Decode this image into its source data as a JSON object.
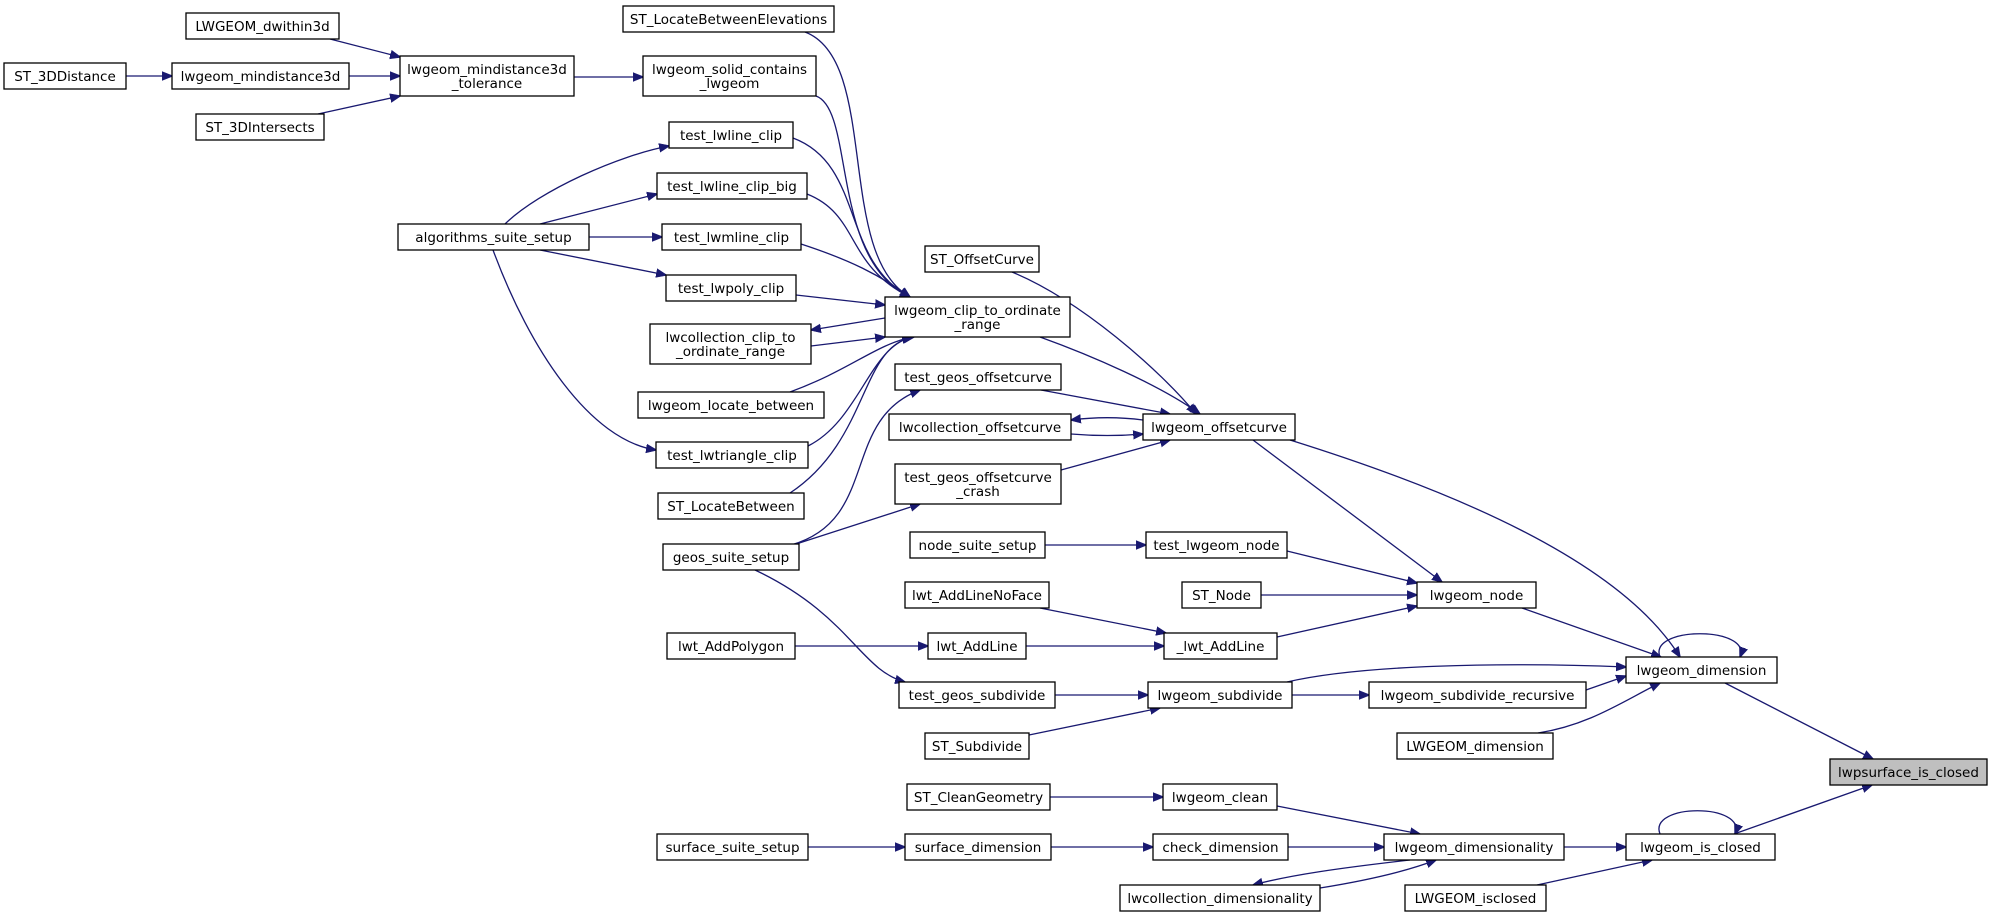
{
  "graph": {
    "edge_color": "#191970",
    "highlight_fill": "#bfbfbf",
    "nodes": {
      "lwpsurface_is_closed": [
        "lwpsurface_is_closed"
      ],
      "lwgeom_dimension": [
        "lwgeom_dimension"
      ],
      "lwgeom_is_closed": [
        "lwgeom_is_closed"
      ],
      "lwgeom_node": [
        "lwgeom_node"
      ],
      "lwgeom_offsetcurve": [
        "lwgeom_offsetcurve"
      ],
      "lwgeom_subdivide": [
        "lwgeom_subdivide"
      ],
      "lwgeom_subdivide_recursive": [
        "lwgeom_subdivide_recursive"
      ],
      "LWGEOM_dimension": [
        "LWGEOM_dimension"
      ],
      "lwgeom_clip_to_ordinate_range": [
        "lwgeom_clip_to_ordinate",
        "_range"
      ],
      "lwcollection_offsetcurve": [
        "lwcollection_offsetcurve"
      ],
      "test_geos_offsetcurve": [
        "test_geos_offsetcurve"
      ],
      "test_geos_offsetcurve_crash": [
        "test_geos_offsetcurve",
        "_crash"
      ],
      "ST_OffsetCurve": [
        "ST_OffsetCurve"
      ],
      "lwgeom_solid_contains_lwgeom": [
        "lwgeom_solid_contains",
        "_lwgeom"
      ],
      "ST_LocateBetweenElevations": [
        "ST_LocateBetweenElevations"
      ],
      "lwgeom_mindistance3d_tolerance": [
        "lwgeom_mindistance3d",
        "_tolerance"
      ],
      "LWGEOM_dwithin3d": [
        "LWGEOM_dwithin3d"
      ],
      "lwgeom_mindistance3d": [
        "lwgeom_mindistance3d"
      ],
      "ST_3DDistance": [
        "ST_3DDistance"
      ],
      "ST_3DIntersects": [
        "ST_3DIntersects"
      ],
      "test_lwline_clip": [
        "test_lwline_clip"
      ],
      "test_lwline_clip_big": [
        "test_lwline_clip_big"
      ],
      "test_lwmline_clip": [
        "test_lwmline_clip"
      ],
      "test_lwpoly_clip": [
        "test_lwpoly_clip"
      ],
      "lwcollection_clip_to_ordinate_range": [
        "lwcollection_clip_to",
        "_ordinate_range"
      ],
      "lwgeom_locate_between": [
        "lwgeom_locate_between"
      ],
      "test_lwtriangle_clip": [
        "test_lwtriangle_clip"
      ],
      "ST_LocateBetween": [
        "ST_LocateBetween"
      ],
      "algorithms_suite_setup": [
        "algorithms_suite_setup"
      ],
      "geos_suite_setup": [
        "geos_suite_setup"
      ],
      "test_lwgeom_node": [
        "test_lwgeom_node"
      ],
      "node_suite_setup": [
        "node_suite_setup"
      ],
      "ST_Node": [
        "ST_Node"
      ],
      "_lwt_AddLine": [
        "_lwt_AddLine"
      ],
      "lwt_AddLineNoFace": [
        "lwt_AddLineNoFace"
      ],
      "lwt_AddLine": [
        "lwt_AddLine"
      ],
      "lwt_AddPolygon": [
        "lwt_AddPolygon"
      ],
      "test_geos_subdivide": [
        "test_geos_subdivide"
      ],
      "ST_Subdivide": [
        "ST_Subdivide"
      ],
      "lwgeom_dimensionality": [
        "lwgeom_dimensionality"
      ],
      "LWGEOM_isclosed": [
        "LWGEOM_isclosed"
      ],
      "lwgeom_clean": [
        "lwgeom_clean"
      ],
      "check_dimension": [
        "check_dimension"
      ],
      "lwcollection_dimensionality": [
        "lwcollection_dimensionality"
      ],
      "ST_CleanGeometry": [
        "ST_CleanGeometry"
      ],
      "surface_dimension": [
        "surface_dimension"
      ],
      "surface_suite_setup": [
        "surface_suite_setup"
      ]
    },
    "highlighted": "lwpsurface_is_closed",
    "edges": [
      [
        "lwgeom_dimension",
        "lwpsurface_is_closed"
      ],
      [
        "lwgeom_is_closed",
        "lwpsurface_is_closed"
      ],
      [
        "lwgeom_dimension",
        "lwgeom_dimension"
      ],
      [
        "lwgeom_node",
        "lwgeom_dimension"
      ],
      [
        "lwgeom_offsetcurve",
        "lwgeom_dimension"
      ],
      [
        "lwgeom_subdivide",
        "lwgeom_dimension"
      ],
      [
        "lwgeom_subdivide_recursive",
        "lwgeom_dimension"
      ],
      [
        "LWGEOM_dimension",
        "lwgeom_dimension"
      ],
      [
        "lwgeom_offsetcurve",
        "lwgeom_node"
      ],
      [
        "test_lwgeom_node",
        "lwgeom_node"
      ],
      [
        "ST_Node",
        "lwgeom_node"
      ],
      [
        "_lwt_AddLine",
        "lwgeom_node"
      ],
      [
        "lwgeom_clip_to_ordinate_range",
        "lwgeom_offsetcurve"
      ],
      [
        "lwcollection_offsetcurve",
        "lwgeom_offsetcurve"
      ],
      [
        "lwgeom_offsetcurve",
        "lwcollection_offsetcurve"
      ],
      [
        "test_geos_offsetcurve",
        "lwgeom_offsetcurve"
      ],
      [
        "test_geos_offsetcurve_crash",
        "lwgeom_offsetcurve"
      ],
      [
        "ST_OffsetCurve",
        "lwgeom_offsetcurve"
      ],
      [
        "lwgeom_solid_contains_lwgeom",
        "lwgeom_clip_to_ordinate_range"
      ],
      [
        "ST_LocateBetweenElevations",
        "lwgeom_clip_to_ordinate_range"
      ],
      [
        "test_lwline_clip",
        "lwgeom_clip_to_ordinate_range"
      ],
      [
        "test_lwline_clip_big",
        "lwgeom_clip_to_ordinate_range"
      ],
      [
        "test_lwmline_clip",
        "lwgeom_clip_to_ordinate_range"
      ],
      [
        "test_lwpoly_clip",
        "lwgeom_clip_to_ordinate_range"
      ],
      [
        "lwcollection_clip_to_ordinate_range",
        "lwgeom_clip_to_ordinate_range"
      ],
      [
        "lwgeom_clip_to_ordinate_range",
        "lwcollection_clip_to_ordinate_range"
      ],
      [
        "lwgeom_locate_between",
        "lwgeom_clip_to_ordinate_range"
      ],
      [
        "test_lwtriangle_clip",
        "lwgeom_clip_to_ordinate_range"
      ],
      [
        "ST_LocateBetween",
        "lwgeom_clip_to_ordinate_range"
      ],
      [
        "lwgeom_mindistance3d_tolerance",
        "lwgeom_solid_contains_lwgeom"
      ],
      [
        "LWGEOM_dwithin3d",
        "lwgeom_mindistance3d_tolerance"
      ],
      [
        "lwgeom_mindistance3d",
        "lwgeom_mindistance3d_tolerance"
      ],
      [
        "ST_3DIntersects",
        "lwgeom_mindistance3d_tolerance"
      ],
      [
        "ST_3DDistance",
        "lwgeom_mindistance3d"
      ],
      [
        "algorithms_suite_setup",
        "test_lwline_clip"
      ],
      [
        "algorithms_suite_setup",
        "test_lwline_clip_big"
      ],
      [
        "algorithms_suite_setup",
        "test_lwmline_clip"
      ],
      [
        "algorithms_suite_setup",
        "test_lwpoly_clip"
      ],
      [
        "algorithms_suite_setup",
        "test_lwtriangle_clip"
      ],
      [
        "geos_suite_setup",
        "test_geos_offsetcurve"
      ],
      [
        "geos_suite_setup",
        "test_geos_offsetcurve_crash"
      ],
      [
        "geos_suite_setup",
        "test_geos_subdivide"
      ],
      [
        "node_suite_setup",
        "test_lwgeom_node"
      ],
      [
        "lwt_AddLine",
        "_lwt_AddLine"
      ],
      [
        "lwt_AddLineNoFace",
        "_lwt_AddLine"
      ],
      [
        "lwt_AddPolygon",
        "lwt_AddLine"
      ],
      [
        "lwgeom_subdivide",
        "lwgeom_subdivide_recursive"
      ],
      [
        "test_geos_subdivide",
        "lwgeom_subdivide"
      ],
      [
        "ST_Subdivide",
        "lwgeom_subdivide"
      ],
      [
        "lwgeom_is_closed",
        "lwgeom_is_closed"
      ],
      [
        "lwgeom_dimensionality",
        "lwgeom_is_closed"
      ],
      [
        "LWGEOM_isclosed",
        "lwgeom_is_closed"
      ],
      [
        "lwgeom_clean",
        "lwgeom_dimensionality"
      ],
      [
        "check_dimension",
        "lwgeom_dimensionality"
      ],
      [
        "lwcollection_dimensionality",
        "lwgeom_dimensionality"
      ],
      [
        "lwgeom_dimensionality",
        "lwcollection_dimensionality"
      ],
      [
        "ST_CleanGeometry",
        "lwgeom_clean"
      ],
      [
        "surface_dimension",
        "check_dimension"
      ],
      [
        "surface_suite_setup",
        "surface_dimension"
      ]
    ]
  }
}
